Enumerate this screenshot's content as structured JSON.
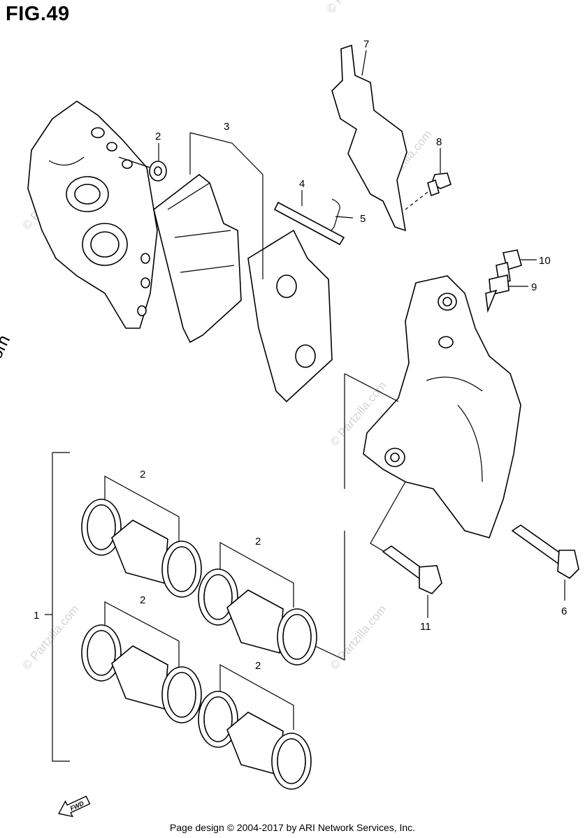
{
  "figure": {
    "title": "FIG.49"
  },
  "callouts": {
    "c1": "1",
    "c2a": "2",
    "c2b": "2",
    "c2c": "2",
    "c2d": "2",
    "c2e": "2",
    "c3": "3",
    "c4": "4",
    "c5": "5",
    "c6": "6",
    "c7": "7",
    "c8": "8",
    "c9": "9",
    "c10": "10",
    "c11": "11"
  },
  "watermark": {
    "text": "© Partzilla.com"
  },
  "side_credit": {
    "text": "© Partzilla.com"
  },
  "direction_badge": {
    "text": "FWD"
  },
  "footer": {
    "text": "Page design © 2004-2017 by ARI Network Services, Inc."
  }
}
